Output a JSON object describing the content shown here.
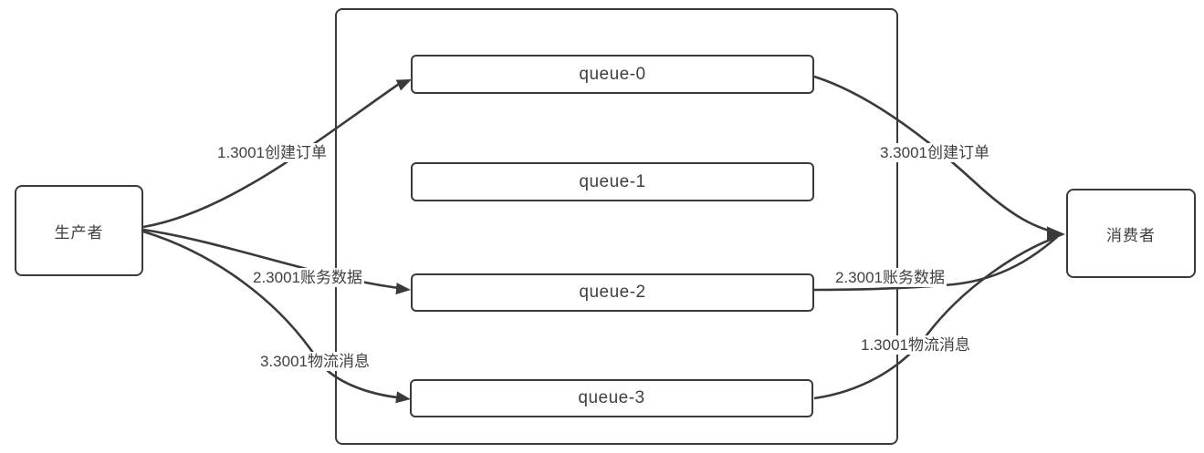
{
  "diagram": {
    "type": "message-queue-flow",
    "nodes": {
      "producer": {
        "label": "生产者"
      },
      "consumer": {
        "label": "消费者"
      },
      "queues": [
        {
          "label": "queue-0"
        },
        {
          "label": "queue-1"
        },
        {
          "label": "queue-2"
        },
        {
          "label": "queue-3"
        }
      ]
    },
    "edges": {
      "producer_to_queue0": {
        "label": "1.3001创建订单"
      },
      "producer_to_queue2": {
        "label": "2.3001账务数据"
      },
      "producer_to_queue3": {
        "label": "3.3001物流消息"
      },
      "queue0_to_consumer": {
        "label": "3.3001创建订单"
      },
      "queue2_to_consumer": {
        "label": "2.3001账务数据"
      },
      "queue3_to_consumer": {
        "label": "1.3001物流消息"
      }
    },
    "colors": {
      "stroke": "#3a3a3a",
      "text": "#3f3f3f",
      "background": "#ffffff"
    }
  }
}
